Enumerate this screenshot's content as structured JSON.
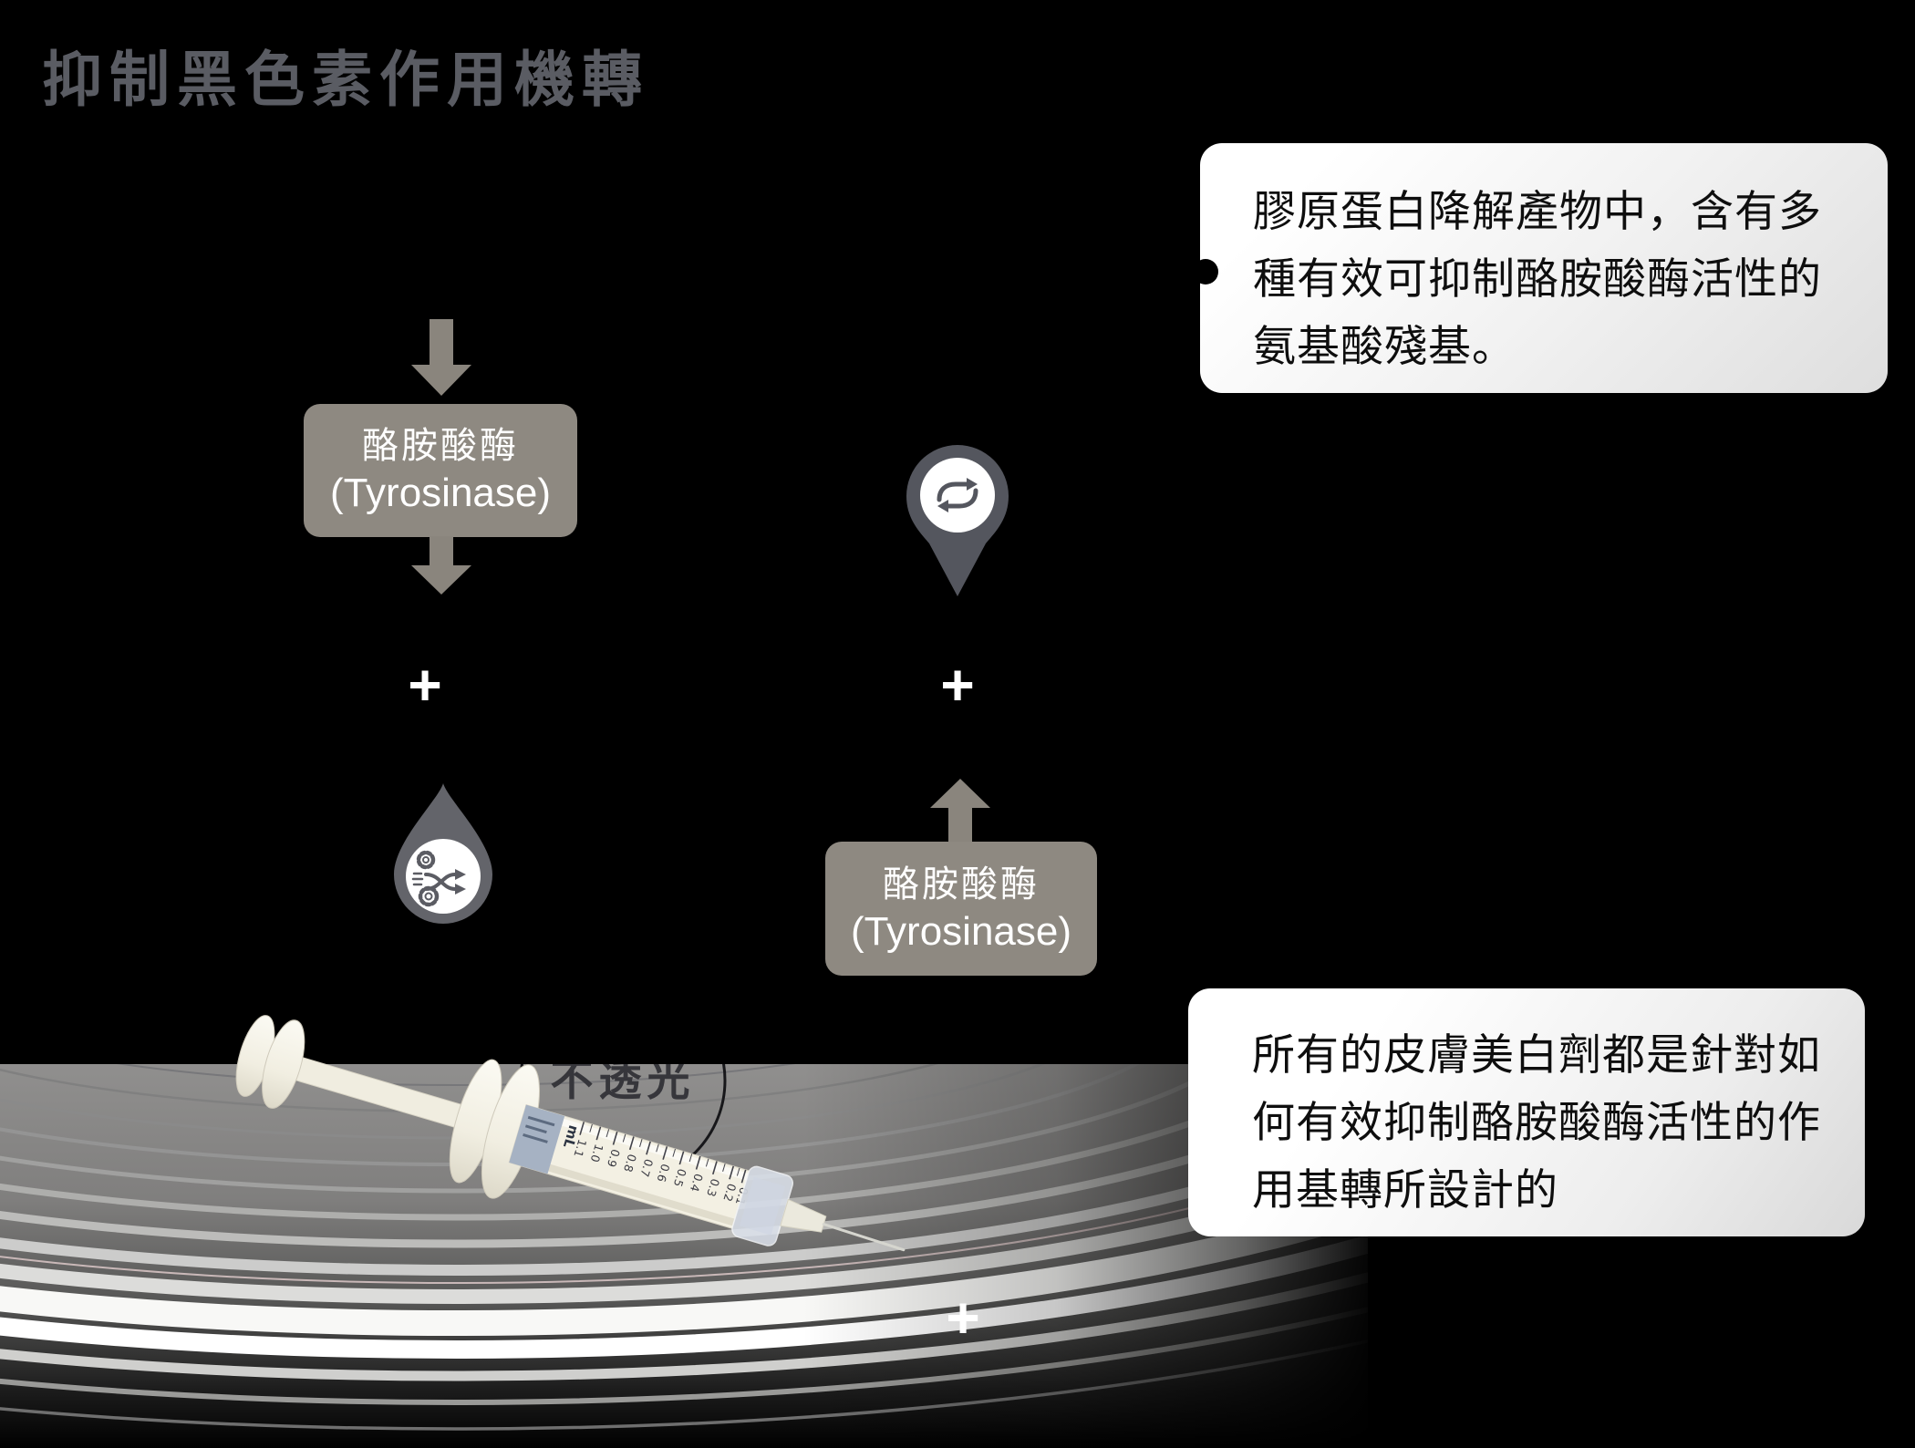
{
  "title": "抑制黑色素作用機轉",
  "flow": {
    "enzyme_box_top": {
      "zh": "酪胺酸酶",
      "en": "(Tyrosinase)"
    },
    "enzyme_box_bottom": {
      "zh": "酪胺酸酶",
      "en": "(Tyrosinase)"
    },
    "plus": "+"
  },
  "callouts": {
    "top_right": {
      "lines": [
        "膠原蛋白降解產物中，含有多",
        "種有效可抑制酪胺酸酶活性的",
        "氨基酸殘基。"
      ]
    },
    "bottom_right": {
      "lines": [
        "所有的皮膚美白劑都是針對如",
        "何有效抑制酪胺酸酶活性的作",
        "用基轉所設計的"
      ]
    }
  },
  "syringe": {
    "circle_label": "不透光",
    "unit": "mL",
    "scale_labels": [
      "1.1",
      "1.0",
      "0.9",
      "0.8",
      "0.7",
      "0.6",
      "0.5",
      "0.4",
      "0.3",
      "0.2",
      "0.1"
    ]
  },
  "icons": {
    "pin": "repeat-arrows-pin",
    "droplet": "gears-shuffle-droplet"
  },
  "colors": {
    "background": "#000000",
    "title": "#5a5c63",
    "box": "#8e8981",
    "arrow": "#8a857d",
    "pin": "#54565e",
    "droplet": "#63646a",
    "icon_stroke": "#5b5c63",
    "callout_text": "#0e0e0e"
  }
}
